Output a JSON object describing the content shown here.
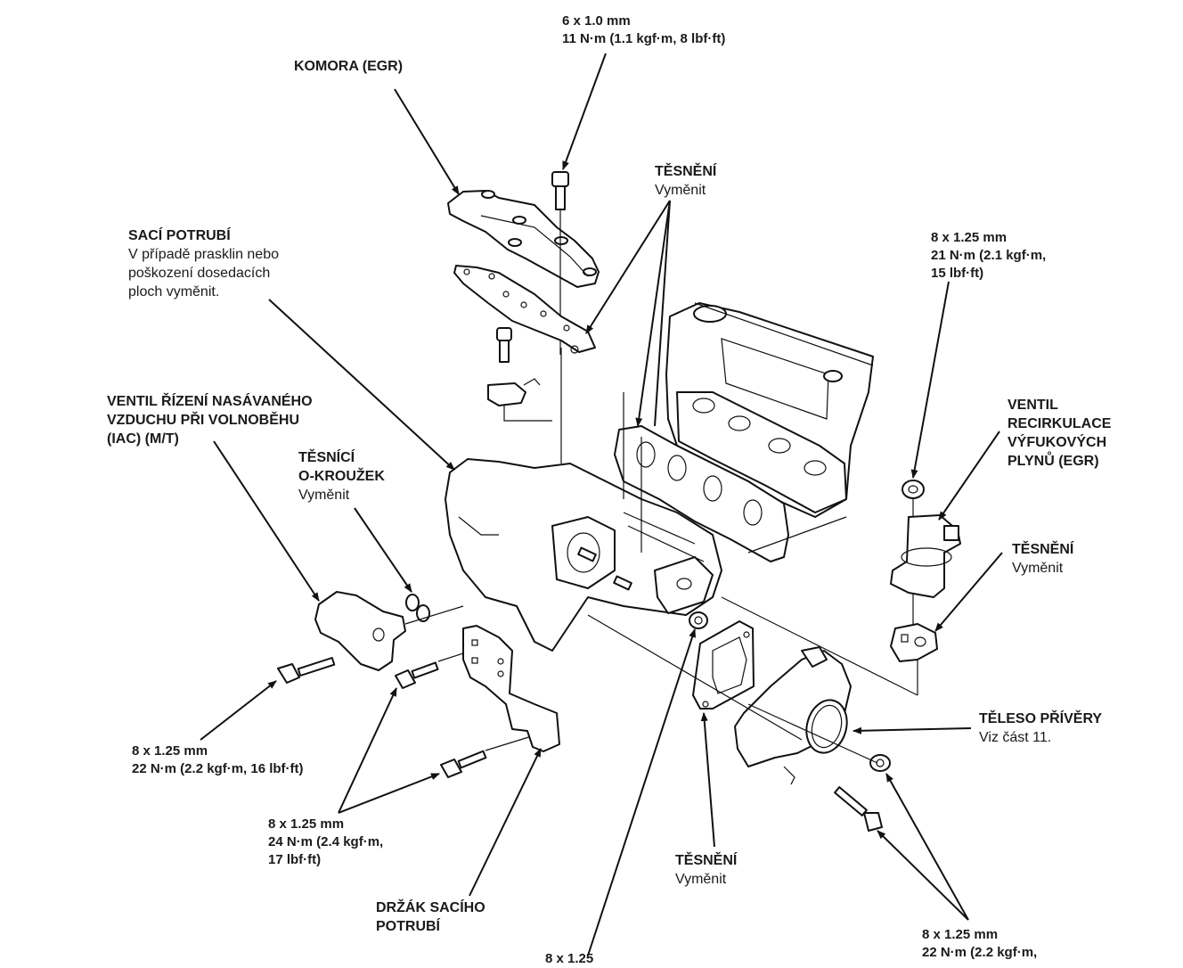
{
  "diagram": {
    "title": "Intake manifold exploded view",
    "labels": {
      "egr_chamber": {
        "title": "KOMORA (EGR)"
      },
      "bolt_6x1": {
        "lines": [
          "6 x 1.0 mm",
          "11 N·m (1.1 kgf·m, 8 lbf·ft)"
        ]
      },
      "gasket_top": {
        "title": "TĚSNĚNÍ",
        "note": "Vyměnit"
      },
      "intake_manifold": {
        "title": "SACÍ POTRUBÍ",
        "note_lines": [
          "V případě prasklin nebo",
          "poškození dosedacích",
          "ploch vyměnit."
        ]
      },
      "bolt_egr_valve": {
        "lines": [
          "8 x 1.25 mm",
          "21 N·m (2.1 kgf·m,",
          "15 lbf·ft)"
        ]
      },
      "iac_valve": {
        "title_lines": [
          "VENTIL ŘÍZENÍ NASÁVANÉHO",
          "VZDUCHU PŘI VOLNOBĚHU",
          "(IAC) (M/T)"
        ]
      },
      "o_ring": {
        "title_lines": [
          "TĚSNÍCÍ",
          "O-KROUŽEK"
        ],
        "note": "Vyměnit"
      },
      "egr_valve": {
        "title_lines": [
          "VENTIL",
          "RECIRKULACE",
          "VÝFUKOVÝCH",
          "PLYNŮ (EGR)"
        ]
      },
      "gasket_egr": {
        "title": "TĚSNĚNÍ",
        "note": "Vyměnit"
      },
      "throttle_body": {
        "title": "TĚLESO PŘÍVĚRY",
        "note": "Viz část 11."
      },
      "bolt_iac": {
        "lines": [
          "8 x 1.25 mm",
          "22 N·m (2.2 kgf·m, 16 lbf·ft)"
        ]
      },
      "bolt_bracket": {
        "lines": [
          "8 x 1.25 mm",
          "24 N·m (2.4 kgf·m,",
          "17 lbf·ft)"
        ]
      },
      "bracket": {
        "title_lines": [
          "DRŽÁK SACÍHO",
          "POTRUBÍ"
        ]
      },
      "gasket_throttle": {
        "title": "TĚSNĚNÍ",
        "note": "Vyměnit"
      },
      "bolt_throttle": {
        "lines": [
          "8 x 1.25 mm",
          "22 N·m (2.2 kgf·m,"
        ]
      },
      "bottom_cut": {
        "text": "8 x 1.25"
      }
    }
  }
}
